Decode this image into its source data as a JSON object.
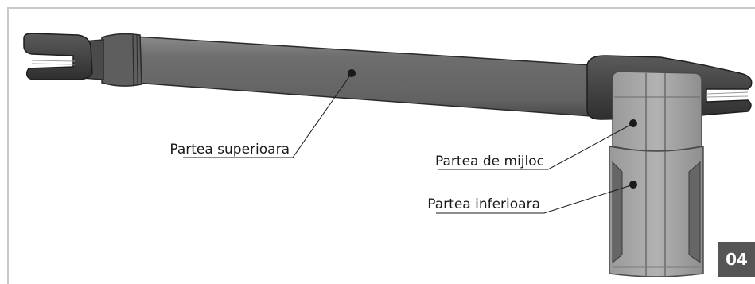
{
  "labels": {
    "upper": "Partea superioara",
    "middle": "Partea de mijloc",
    "lower": "Partea inferioara"
  },
  "page_number": "04",
  "colors": {
    "body": "#6b6b6b",
    "body_dark": "#3d3d3d",
    "body_light": "#8a8a8a",
    "housing": "#a4a4a4",
    "housing_dark": "#5a5a5a",
    "frame": "#c9c9c9",
    "badge": "#555555"
  }
}
